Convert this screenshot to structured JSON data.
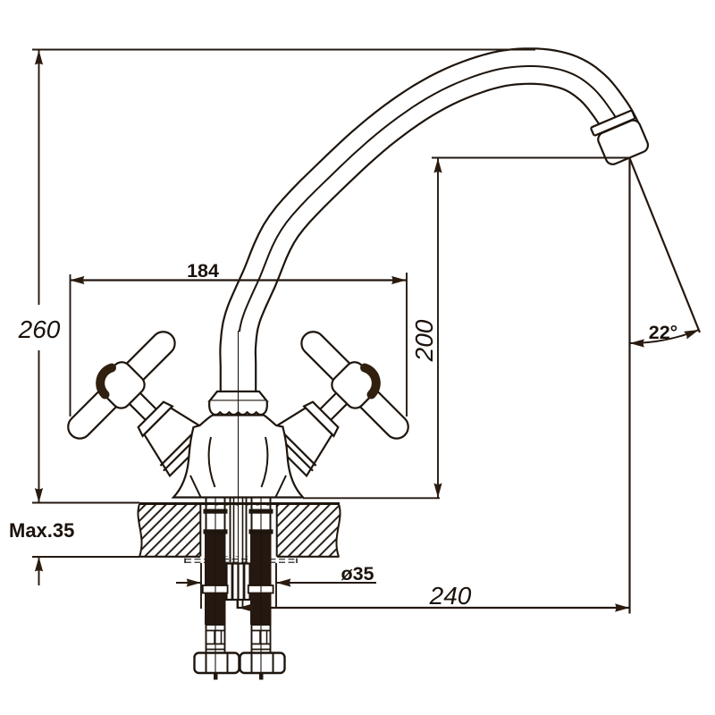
{
  "drawing": {
    "type": "faucet technical dimension drawing",
    "line_color": "#1e150d",
    "labels": {
      "overall_height": "260",
      "handle_span": "184",
      "spout_height": "200",
      "spout_reach": "240",
      "deck_thickness": "Max.35",
      "hole_diameter": "ø35",
      "outlet_angle": "22°"
    }
  }
}
